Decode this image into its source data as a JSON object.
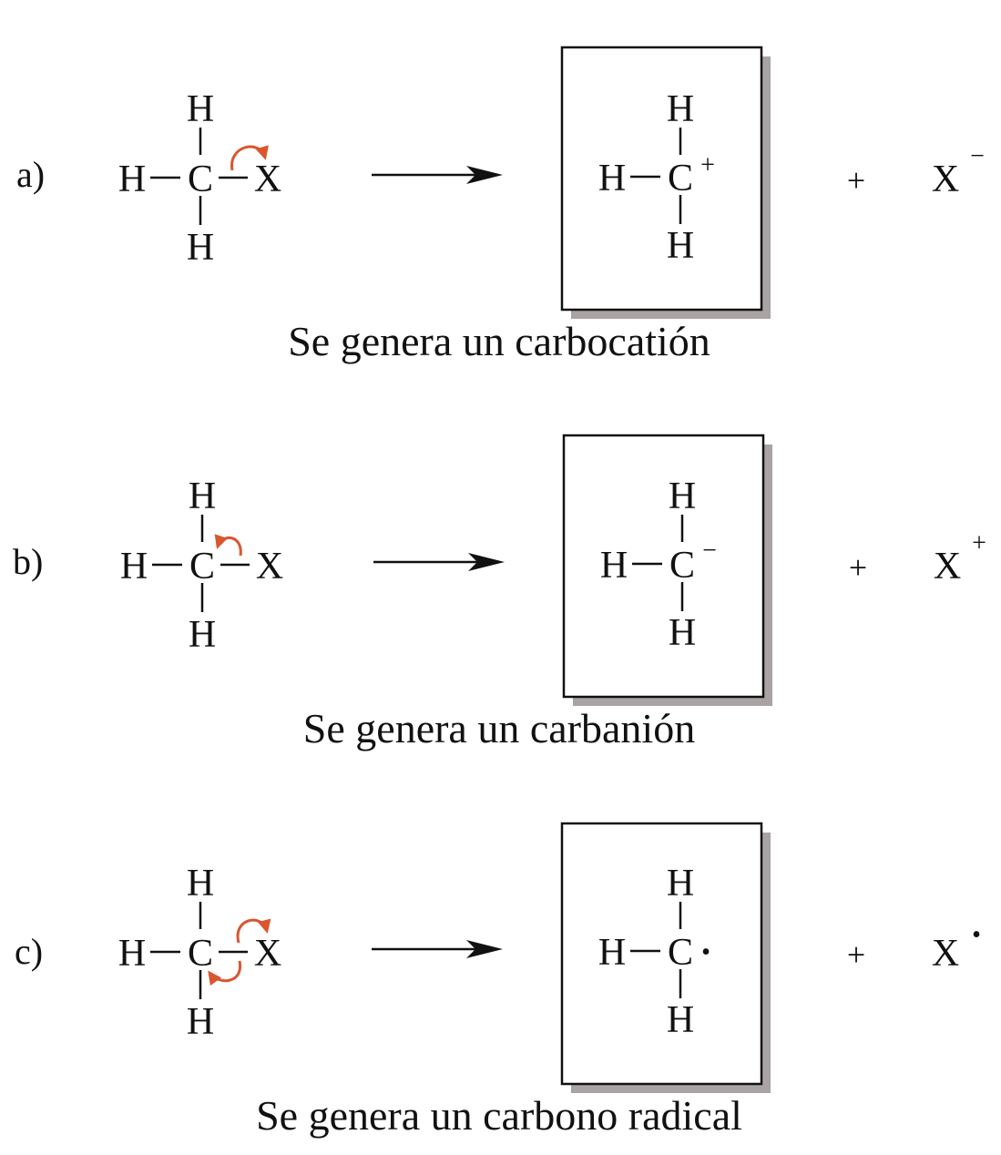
{
  "colors": {
    "curved_arrow": "#d9562f",
    "box_shadow": "#a9a3a3",
    "text": "#111111"
  },
  "atoms": {
    "hydrogen": "H",
    "carbon": "C",
    "leaving_group": "X"
  },
  "plus_sign": "+",
  "rows": [
    {
      "label": "a)",
      "carbon_charge": "+",
      "x_charge": "−",
      "caption": "Se genera un carbocatión"
    },
    {
      "label": "b)",
      "carbon_charge": "−",
      "x_charge": "+",
      "caption": "Se genera un carbanión"
    },
    {
      "label": "c)",
      "carbon_charge": "•",
      "x_charge": "•",
      "caption": "Se genera un carbono radical"
    }
  ]
}
